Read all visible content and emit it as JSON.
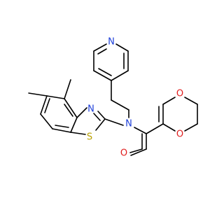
{
  "molecule": {
    "atoms": {
      "n_pyridine": {
        "symbol": "N",
        "color": "#1d3fd9"
      },
      "n_thiazole": {
        "symbol": "N",
        "color": "#1d3fd9"
      },
      "s_thiazole": {
        "symbol": "S",
        "color": "#b8a000"
      },
      "n_amide": {
        "symbol": "N",
        "color": "#1d3fd9"
      },
      "o_carbonyl": {
        "symbol": "O",
        "color": "#e01c1c"
      },
      "o_dioxine_top": {
        "symbol": "O",
        "color": "#e01c1c"
      },
      "o_dioxine_bottom": {
        "symbol": "O",
        "color": "#e01c1c"
      }
    }
  }
}
